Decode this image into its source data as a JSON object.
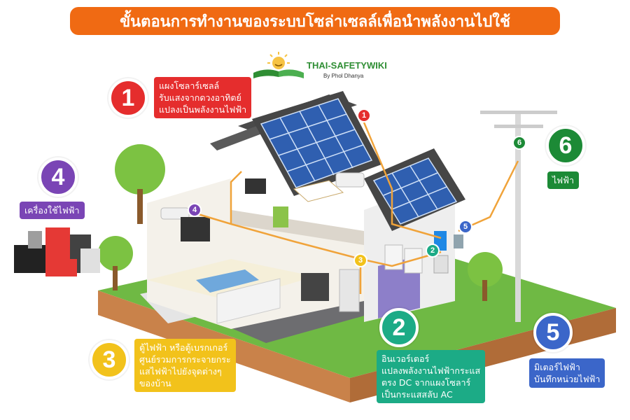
{
  "title": "ขั้นตอนการทำงานของระบบโซล่าเซลล์เพื่อนำพลังงานไปใช้",
  "logo": {
    "name": "THAI-SAFETYWIKI",
    "byline": "By Phol Dhanya"
  },
  "steps": [
    {
      "number": "1",
      "color": "#e52d2d",
      "lines": [
        "แผงโซลาร์เซลล์",
        "รับแสงจากดวงอาทิตย์",
        "แปลงเป็นพลังงานไฟฟ้า"
      ]
    },
    {
      "number": "2",
      "color": "#1cab86",
      "lines": [
        "อินเวอร์เตอร์",
        "แปลงพลังงานไฟฟ้ากระแส",
        "ตรง DC จากแผงโซลาร์",
        "เป็นกระแสสลับ AC"
      ]
    },
    {
      "number": "3",
      "color": "#f2c21b",
      "lines": [
        "ตู้ไฟฟ้า หรือตู้เบรกเกอร์",
        "ศูนย์รวมการกระจายกระ",
        "แสไฟฟ้าไปยังจุดต่างๆ",
        "ของบ้าน"
      ]
    },
    {
      "number": "4",
      "color": "#7a45b5",
      "lines": [
        "เครื่องใช้ไฟฟ้า"
      ]
    },
    {
      "number": "5",
      "color": "#3b66c9",
      "lines": [
        "มิเตอร์ไฟฟ้า",
        "บันทึกหน่วยไฟฟ้า"
      ]
    },
    {
      "number": "6",
      "color": "#1c8a36",
      "lines": [
        "ไฟฟ้า"
      ]
    }
  ],
  "colors": {
    "title_bg": "#f06a13",
    "wire": "#f0a33a",
    "grass": "#6fb944",
    "soil": "#c9824a",
    "roof": "#4a4a4a",
    "panel": "#2f5fb0"
  }
}
